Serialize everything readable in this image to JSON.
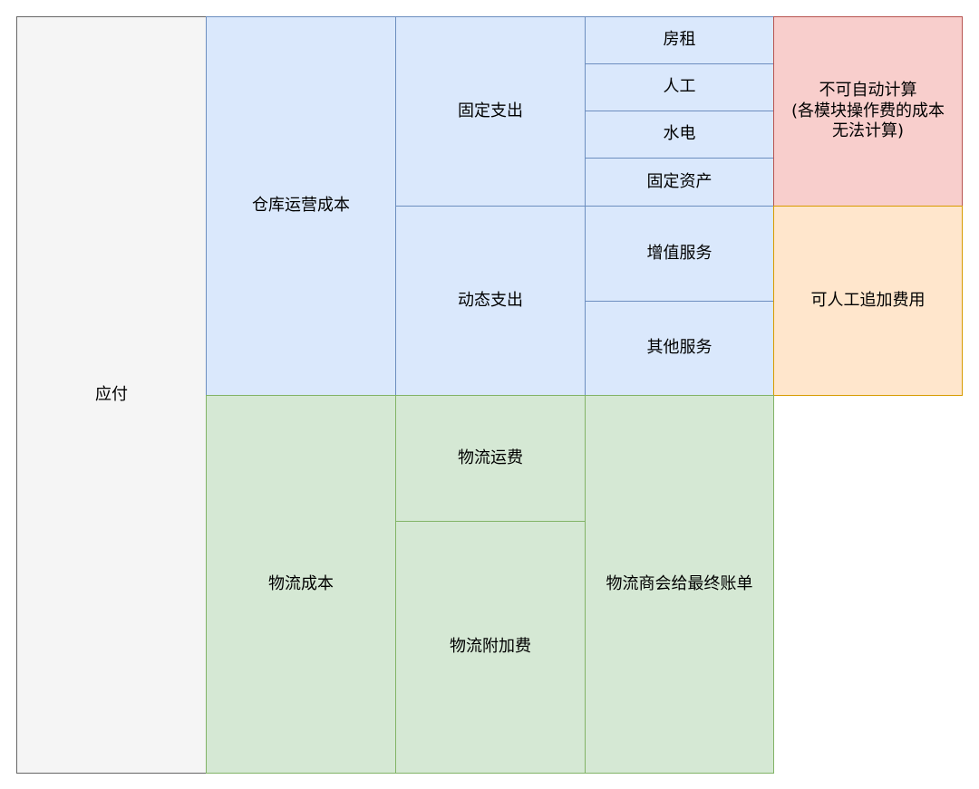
{
  "payable": "应付",
  "warehouse": {
    "title": "仓库运营成本",
    "fixed": {
      "title": "固定支出",
      "items": [
        "房租",
        "人工",
        "水电",
        "固定资产"
      ]
    },
    "dynamic": {
      "title": "动态支出",
      "items": [
        "增值服务",
        "其他服务"
      ]
    }
  },
  "logistics": {
    "title": "物流成本",
    "freight": "物流运费",
    "surcharge": "物流附加费",
    "final_bill": "物流商会给最终账单"
  },
  "notes": {
    "not_auto": "不可自动计算\n(各模块操作费的成本无法计算)",
    "manual_fee": "可人工追加费用"
  },
  "colors": {
    "gray_fill": "#f5f5f5",
    "blue_fill": "#dae8fc",
    "green_fill": "#d5e8d4",
    "red_fill": "#f8cecc",
    "orange_fill": "#ffe6cc"
  }
}
